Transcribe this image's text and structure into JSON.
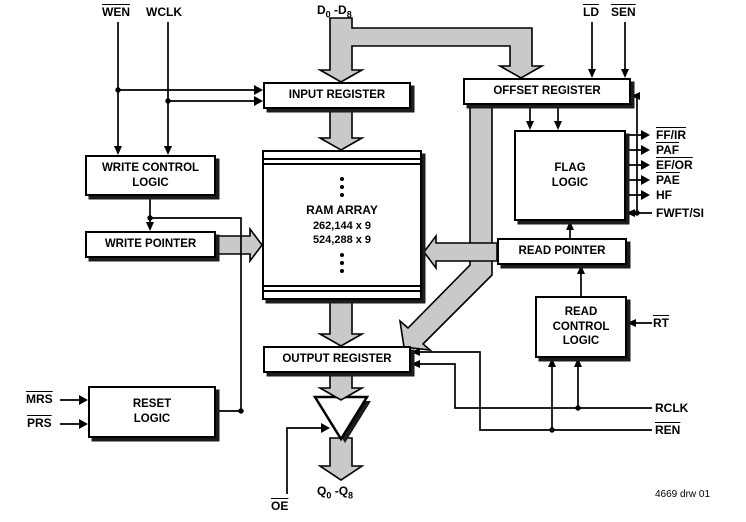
{
  "diagram": {
    "drawing_number": "4669 drw 01"
  },
  "signals": {
    "wen": "WEN",
    "wclk": "WCLK",
    "d_bus": {
      "p1": "D",
      "s1": "0",
      "p2": " -D",
      "s2": "8"
    },
    "ld": "LD",
    "sen": "SEN",
    "mrs": "MRS",
    "prs": "PRS",
    "oe": "OE",
    "q_bus": {
      "p1": "Q",
      "s1": "0",
      "p2": " -Q",
      "s2": "8"
    },
    "rclk": "RCLK",
    "ren": "REN",
    "rt": "RT"
  },
  "blocks": {
    "input_register": [
      "INPUT REGISTER"
    ],
    "offset_register": [
      "OFFSET REGISTER"
    ],
    "write_control_logic": [
      "WRITE CONTROL",
      "LOGIC"
    ],
    "write_pointer": [
      "WRITE POINTER"
    ],
    "ram_array": {
      "title": "RAM ARRAY",
      "size1": "262,144 x 9",
      "size2": "524,288 x 9"
    },
    "flag_logic": [
      "FLAG",
      "LOGIC"
    ],
    "read_pointer": [
      "READ POINTER"
    ],
    "read_control_logic": [
      "READ",
      "CONTROL",
      "LOGIC"
    ],
    "output_register": [
      "OUTPUT REGISTER"
    ],
    "reset_logic": [
      "RESET",
      "LOGIC"
    ]
  },
  "flags": [
    {
      "label": "FF/IR",
      "overline": true
    },
    {
      "label": "PAF",
      "overline": true
    },
    {
      "label": "EF/OR",
      "overline": true
    },
    {
      "label": "PAE",
      "overline": true
    },
    {
      "label": "HF",
      "overline": false
    },
    {
      "label": "FWFT/SI",
      "overline": false
    }
  ],
  "colors": {
    "bus_fill": "#c9c9c9",
    "line": "#000000",
    "shadow": "#1c1c1c"
  }
}
